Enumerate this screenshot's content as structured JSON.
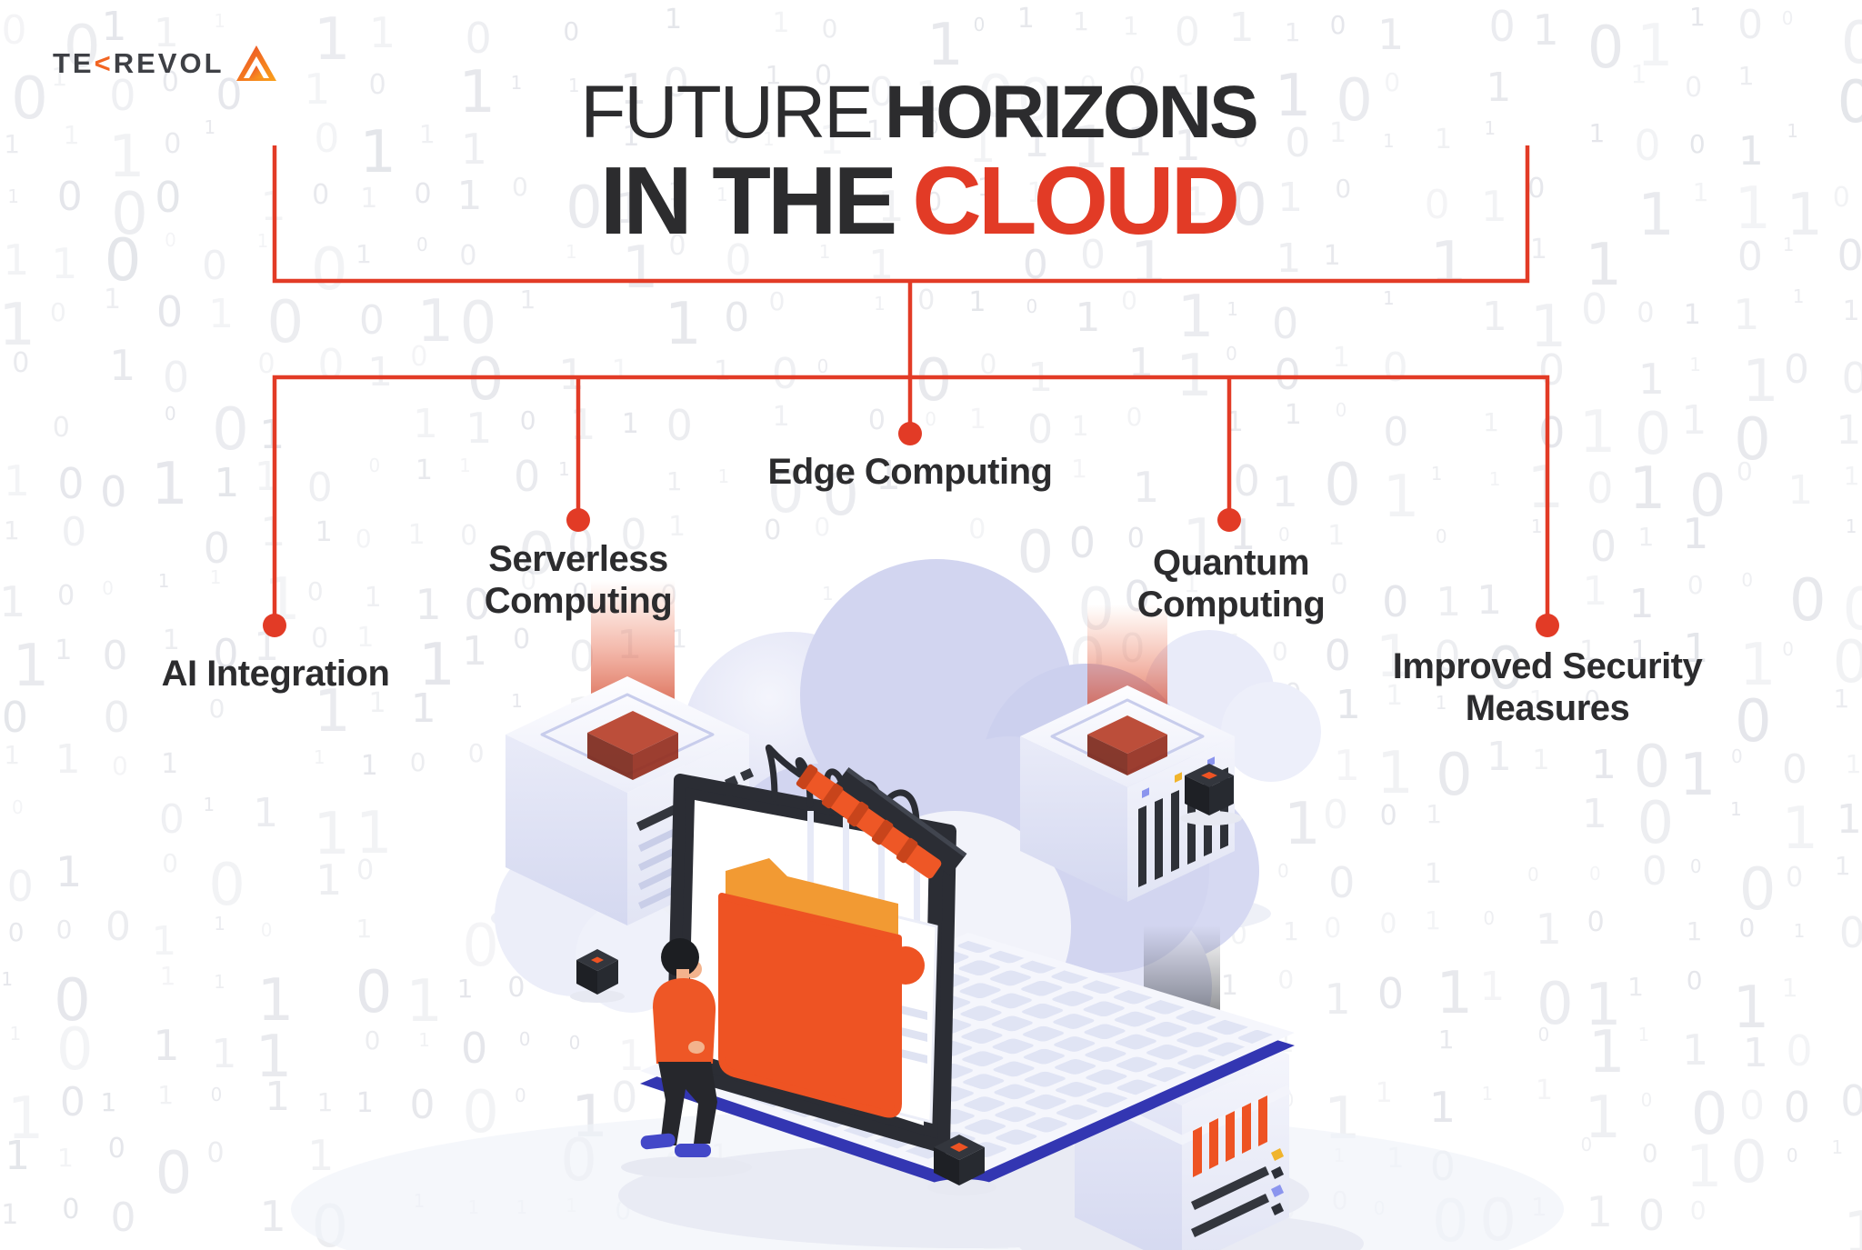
{
  "logo": {
    "text_before_k": "TE",
    "k_symbol": "<",
    "text_after_k": "REVOL",
    "mark": "tekrevol-triangle-logo"
  },
  "title": {
    "word1": "FUTURE",
    "word2": "HORIZONS",
    "word3": "IN THE",
    "word4": "CLOUD"
  },
  "branches": {
    "ai": {
      "label": "AI Integration"
    },
    "serverless": {
      "label": "Serverless\nComputing"
    },
    "edge": {
      "label": "Edge Computing"
    },
    "quantum": {
      "label": "Quantum\nComputing"
    },
    "security": {
      "label": "Improved Security\nMeasures"
    }
  },
  "background": {
    "pattern": "binary-digits",
    "digits": [
      "0",
      "1"
    ]
  },
  "colors": {
    "accent_red": "#e23b26",
    "illustration_orange": "#ee5726",
    "folder_orange_light": "#f29a33",
    "dark_text": "#2c2c2e",
    "lavender": "#ccd0ee",
    "navy": "#3336b2",
    "logo_orange": "#f26522",
    "frame_dark": "#2b2d34"
  },
  "illustration": {
    "icons": [
      "cloud-icon",
      "server-cube-icon",
      "quantum-server-icon",
      "security-server-icon",
      "laptop-icon",
      "folder-icon",
      "plug-connectors-icon",
      "person-figure",
      "data-cube-icon",
      "binary-digits-pattern"
    ]
  }
}
